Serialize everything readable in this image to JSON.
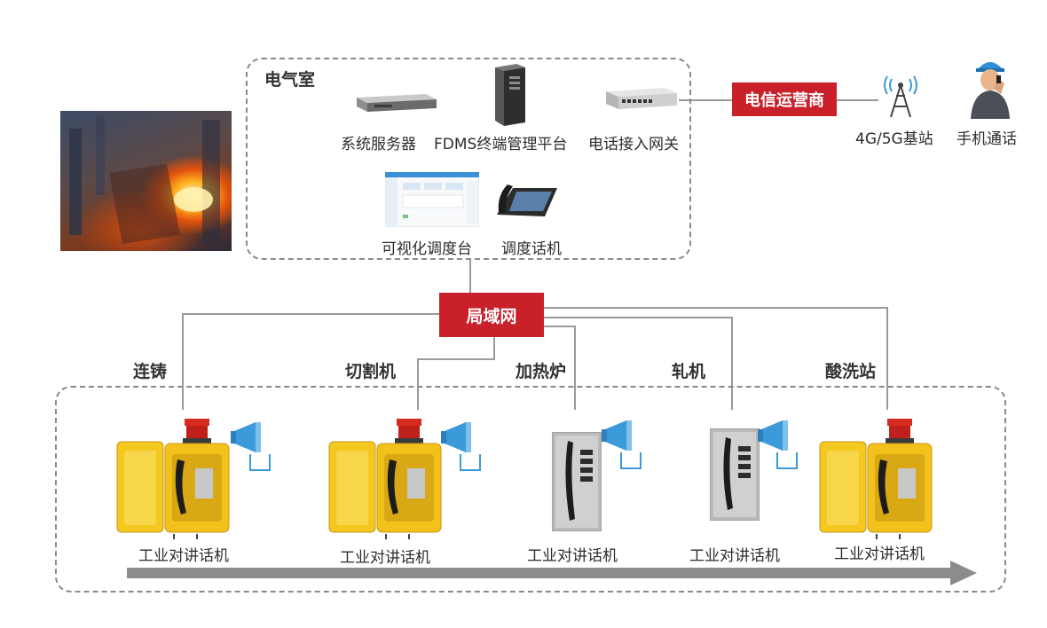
{
  "electric_room": {
    "title": "电气室",
    "devices": {
      "server": "系统服务器",
      "fdms": "FDMS终端管理平台",
      "gateway": "电话接入网关",
      "console": "可视化调度台",
      "dispatch_phone": "调度话机"
    }
  },
  "external": {
    "carrier": "电信运营商",
    "base_station": "4G/5G基站",
    "mobile_call": "手机通话"
  },
  "lan": "局域网",
  "stations": [
    {
      "area": "连铸",
      "device": "工业对讲话机",
      "type": "yellow"
    },
    {
      "area": "切割机",
      "device": "工业对讲话机",
      "type": "yellow"
    },
    {
      "area": "加热炉",
      "device": "工业对讲话机",
      "type": "steel"
    },
    {
      "area": "轧机",
      "device": "工业对讲话机",
      "type": "steel"
    },
    {
      "area": "酸洗站",
      "device": "工业对讲话机",
      "type": "yellow"
    }
  ],
  "colors": {
    "red": "#c9202a",
    "line": "#9a9a9a",
    "dash": "#8a8a8a",
    "yellow": "#f2c21a",
    "speaker_blue": "#3b9ad9",
    "arrow": "#8c8c8c"
  }
}
